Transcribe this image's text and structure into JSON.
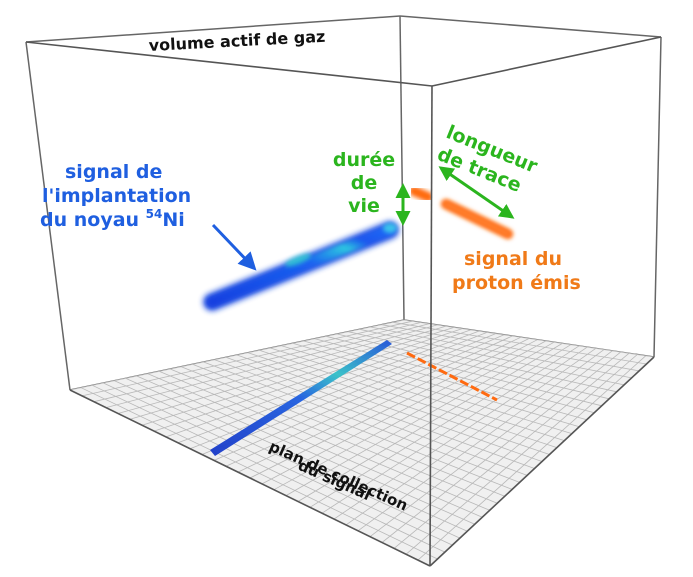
{
  "labels": {
    "volume": "volume actif de gaz",
    "implant_line1": "signal de",
    "implant_line2": "l'implantation",
    "implant_line3_pre": "du noyau ",
    "implant_sup": "54",
    "implant_line3_post": "Ni",
    "duree_line1": "durée",
    "duree_line2": "de",
    "duree_line3": "vie",
    "longueur_line1": "longueur",
    "longueur_line2": "de trace",
    "proton_line1": "signal du",
    "proton_line2": "proton émis",
    "plan_line1": "plan de collection",
    "plan_line2": "du signal"
  },
  "colors": {
    "implant_text": "#1f5fe0",
    "green_text": "#2bb51e",
    "orange_text": "#f07a18",
    "box_edge": "#555555",
    "grid_fill": "#f0f0f0",
    "grid_line": "#b8b8b8",
    "implant_track": "#1a4fe8",
    "proton_track": "#ff6a10"
  },
  "icons": {
    "implant_arrow": "arrow-icon",
    "lifetime_arrow": "double-arrow-icon",
    "length_arrow": "double-arrow-icon"
  }
}
